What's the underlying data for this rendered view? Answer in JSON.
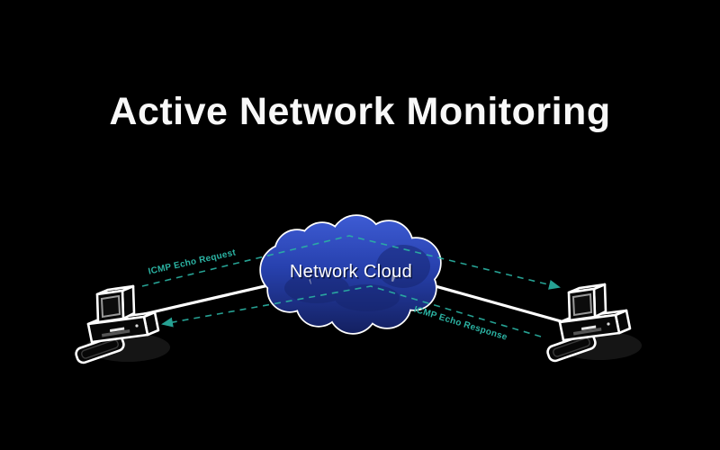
{
  "diagram": {
    "title": "Active Network Monitoring",
    "cloud_label": "Network Cloud",
    "request_label": "ICMP Echo Request",
    "response_label": "ICMP Echo Response",
    "nodes": {
      "left_computer": "sender-computer",
      "right_computer": "receiver-computer",
      "cloud": "network-cloud"
    },
    "colors": {
      "background": "#000000",
      "title_text": "#f8f8f8",
      "accent_teal": "#2bb3a3",
      "line_white": "#ffffff",
      "cloud_blue_light": "#3f5dd6",
      "cloud_blue_mid": "#2741ae",
      "cloud_blue_dark": "#131f5e",
      "cloud_outline": "#ffffff",
      "cloud_label_text": "#ffffff",
      "cloud_label_shadow": "#0a1540"
    }
  }
}
